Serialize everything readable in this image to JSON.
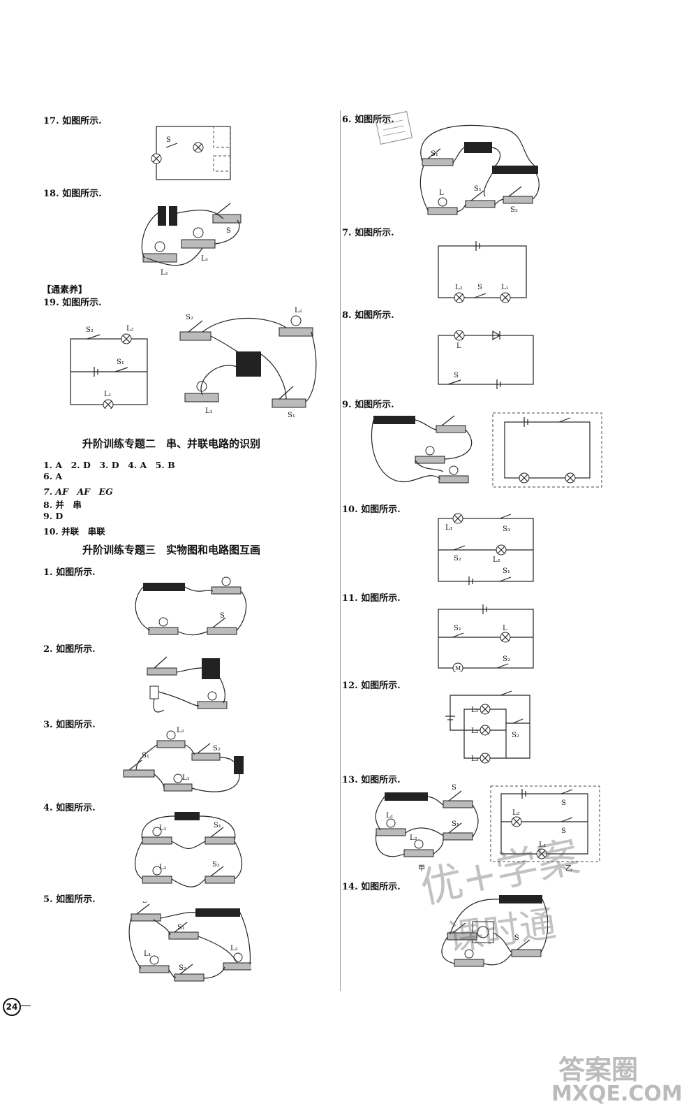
{
  "left": {
    "q17": "17. 如图所示.",
    "q18": "18. 如图所示.",
    "section_tag": "【通素养】",
    "q19": "19. 如图所示.",
    "topic2_title": "升阶训练专题二　串、并联电路的识别",
    "topic2_answers": [
      "1. A　2. D　3. D　4. A　5. B",
      "6. A",
      "7. AF　AF　EG",
      "8. 并　串",
      "9. D",
      "10. 并联　串联"
    ],
    "topic3_title": "升阶训练专题三　实物图和电路图互画",
    "q1": "1. 如图所示.",
    "q2": "2. 如图所示.",
    "q3": "3. 如图所示.",
    "q4": "4. 如图所示.",
    "q5": "5. 如图所示."
  },
  "right": {
    "q6": "6. 如图所示.",
    "q7": "7. 如图所示.",
    "q8": "8. 如图所示.",
    "q9": "9. 如图所示.",
    "q10": "10. 如图所示.",
    "q11": "11. 如图所示.",
    "q12": "12. 如图所示.",
    "q13": "13. 如图所示.",
    "q14": "14. 如图所示."
  },
  "labels": {
    "S": "S",
    "S1": "S₁",
    "S2": "S₂",
    "S3": "S₃",
    "L": "L",
    "L1": "L₁",
    "L2": "L₂",
    "L3": "L₃",
    "M": "M",
    "jia": "甲",
    "yi": "乙"
  },
  "page_number": "24",
  "watermarks": {
    "stamp_text": "优+学案 课时通",
    "corner": "答案圈 MXQE.COM"
  }
}
